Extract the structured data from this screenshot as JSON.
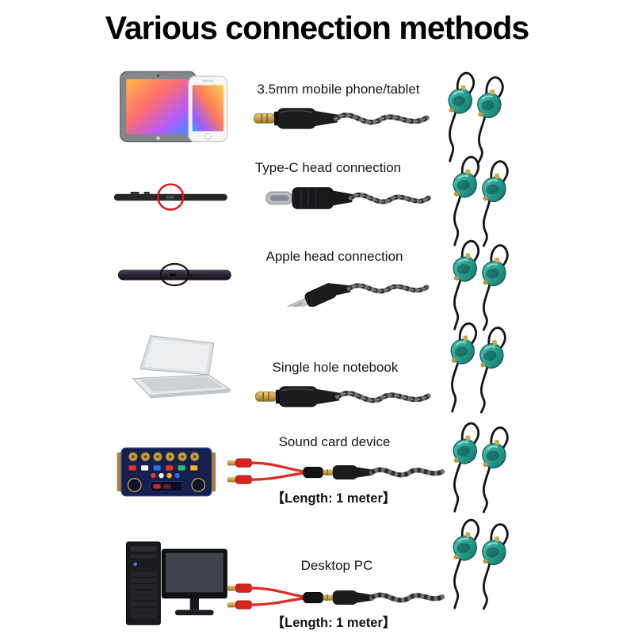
{
  "title": "Various connection methods",
  "rows": [
    {
      "label": "3.5mm mobile phone/tablet",
      "device_icon": "tablet-and-phone-icon",
      "connector_icon": "aux-3-5mm-plug-icon",
      "earbuds_icon": "earbuds-icon"
    },
    {
      "label": "Type-C head connection",
      "device_icon": "phone-side-typec-port-icon",
      "connector_icon": "type-c-plug-icon",
      "earbuds_icon": "earbuds-icon"
    },
    {
      "label": "Apple head connection",
      "device_icon": "phone-bottom-lightning-port-icon",
      "connector_icon": "lightning-plug-icon",
      "earbuds_icon": "earbuds-icon"
    },
    {
      "label": "Single hole notebook",
      "device_icon": "laptop-icon",
      "connector_icon": "aux-3-5mm-plug-icon",
      "earbuds_icon": "earbuds-icon"
    },
    {
      "label": "Sound card device",
      "length_note": "【Length: 1 meter】",
      "device_icon": "sound-card-mixer-icon",
      "connector_icon": "y-splitter-cable-icon",
      "earbuds_icon": "earbuds-icon"
    },
    {
      "label": "Desktop PC",
      "length_note": "【Length: 1 meter】",
      "device_icon": "desktop-pc-icon",
      "connector_icon": "y-splitter-cable-icon",
      "earbuds_icon": "earbuds-icon"
    }
  ],
  "colors": {
    "background": "#ffffff",
    "text": "#161616",
    "title": "#000000",
    "earbud_teal": "#2ea89a",
    "highlight_red": "#de1418",
    "splitter_red": "#d42420",
    "gold": "#c9a04a",
    "cable_gray": "#707070"
  }
}
